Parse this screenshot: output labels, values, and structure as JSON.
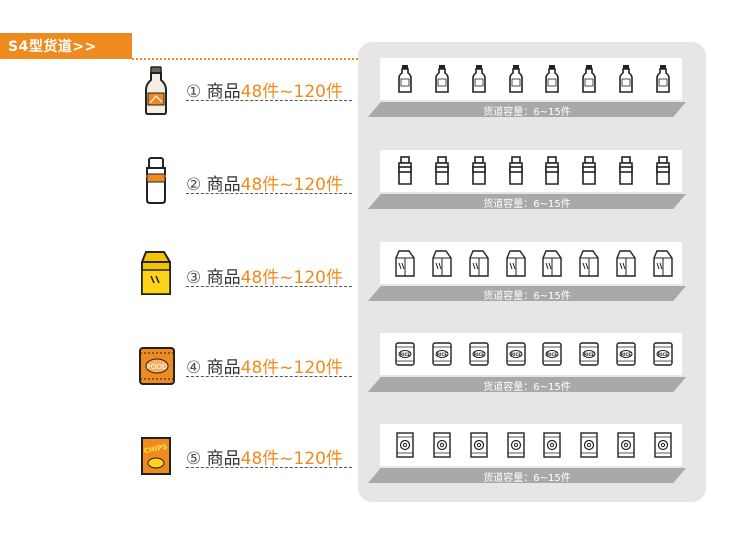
{
  "header": {
    "title": "S4型货道>>"
  },
  "rows": [
    {
      "num": "①",
      "label": " 商品",
      "range": "48件~120件",
      "capacity": "货道容量：6~15件",
      "icon": "milk-bottle-icon"
    },
    {
      "num": "②",
      "label": " 商品",
      "range": "48件~120件",
      "capacity": "货道容量：6~15件",
      "icon": "yogurt-bottle-icon"
    },
    {
      "num": "③",
      "label": " 商品",
      "range": "48件~120件",
      "capacity": "货道容量：6~15件",
      "icon": "milk-carton-icon"
    },
    {
      "num": "④",
      "label": " 商品",
      "range": "48件~120件",
      "capacity": "货道容量：6~15件",
      "icon": "food-bag-icon"
    },
    {
      "num": "⑤",
      "label": " 商品",
      "range": "48件~120件",
      "capacity": "货道容量：6~15件",
      "icon": "chips-bag-icon"
    }
  ],
  "icons": {
    "food_text": "FOOD",
    "chips_text": "CHIPS",
    "rice_text": "RICE"
  },
  "colors": {
    "accent": "#ef8a1e",
    "panel": "#e6e6e6",
    "ledge": "#a9a9a9"
  },
  "slots_per_shelf": 8
}
